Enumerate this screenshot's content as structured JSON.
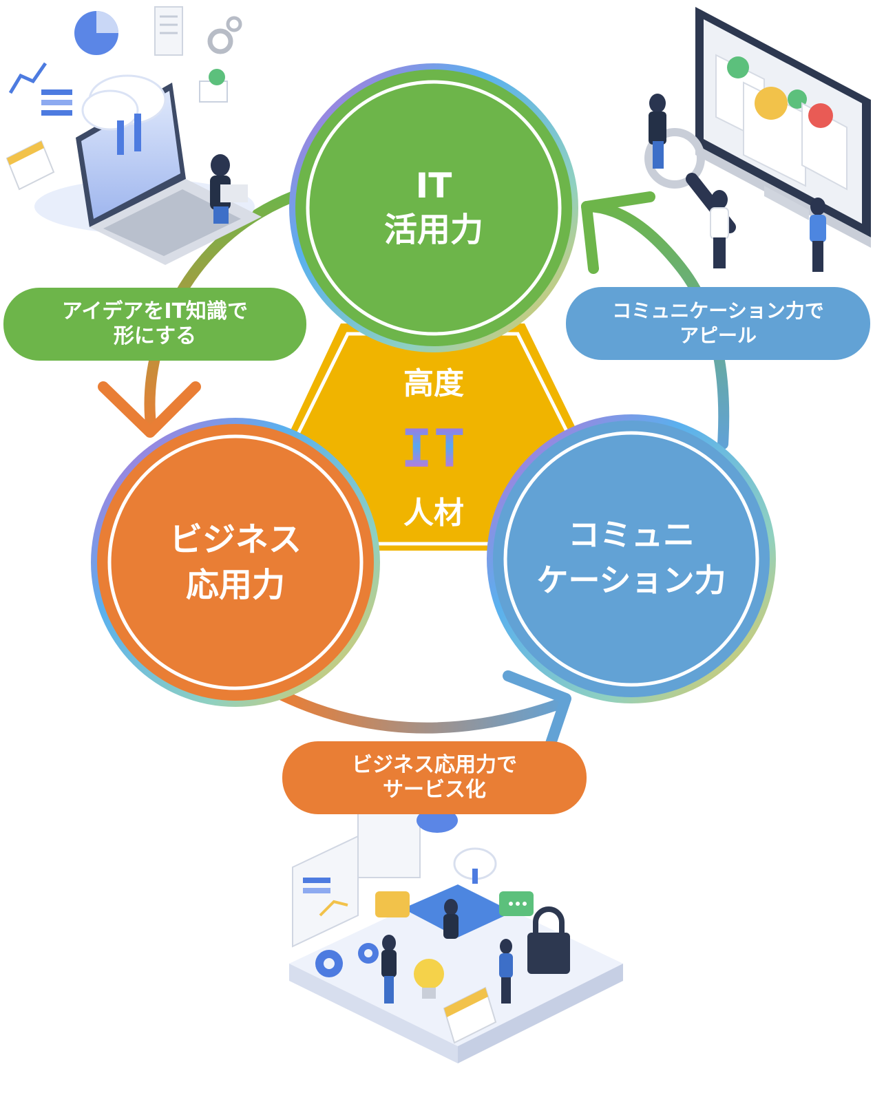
{
  "center": {
    "line1": "高度",
    "line2": "IT",
    "line3": "人材"
  },
  "circles": {
    "it": {
      "line1": "IT",
      "line2": "活用力"
    },
    "business": {
      "line1": "ビジネス",
      "line2": "応用力"
    },
    "communication": {
      "line1": "コミュニ",
      "line2": "ケーション力"
    }
  },
  "pills": {
    "idea": {
      "line1": "アイデアをIT知識で",
      "line2": "形にする"
    },
    "appeal": {
      "line1": "コミュニケーション力で",
      "line2": "アピール"
    },
    "service": {
      "line1": "ビジネス応用力で",
      "line2": "サービス化"
    }
  },
  "colors": {
    "green": "#6db54a",
    "orange": "#e97e35",
    "blue": "#62a2d5",
    "yellow": "#f0b400"
  },
  "icons": {
    "top_left": "laptop-cloud-illustration",
    "top_right": "monitor-profiles-illustration",
    "bottom": "isometric-workspace-illustration"
  }
}
